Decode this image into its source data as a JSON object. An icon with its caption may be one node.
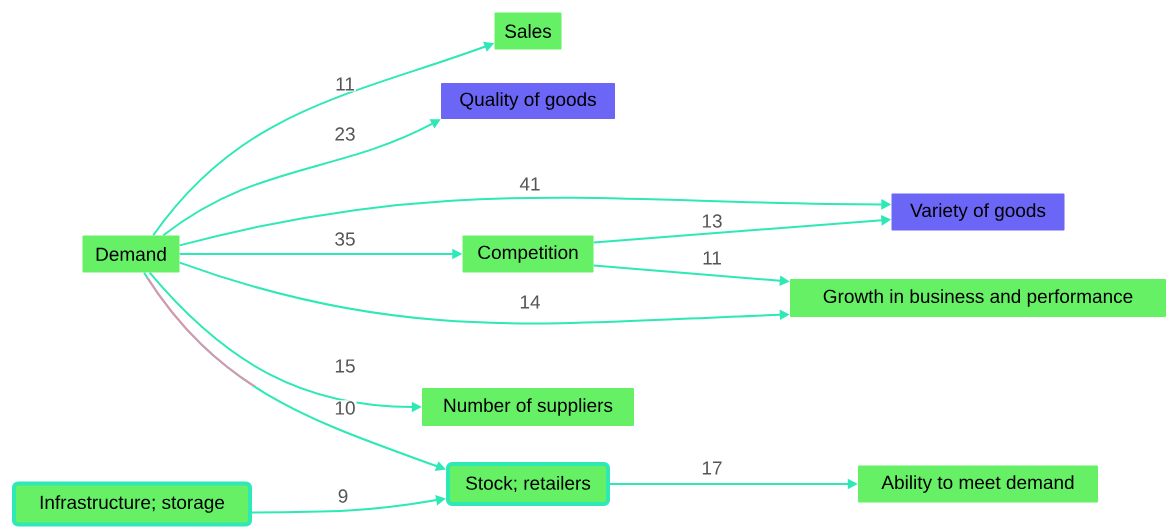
{
  "diagram": {
    "nodes": [
      {
        "text": [
          "Sales"
        ]
      },
      {
        "text": [
          "Quality of goods"
        ]
      },
      {
        "text": [
          "Variety of goods"
        ]
      },
      {
        "text": [
          "Demand"
        ]
      },
      {
        "text": [
          "Competition"
        ]
      },
      {
        "text": [
          "Growth in business and performance"
        ]
      },
      {
        "text": [
          "Number of suppliers"
        ]
      },
      {
        "text": [
          "Infrastructure; storage"
        ]
      },
      {
        "text": [
          "Stock; retailers"
        ]
      },
      {
        "text": [
          "Ability to meet demand"
        ]
      }
    ],
    "edges": [
      {
        "from": 3,
        "to": 0,
        "arrow": "to",
        "label": "11"
      },
      {
        "from": 3,
        "to": 1,
        "arrow": "to",
        "label": "23"
      },
      {
        "from": 3,
        "to": 2,
        "arrow": "to",
        "label": "41"
      },
      {
        "from": 3,
        "to": 4,
        "arrow": "to",
        "label": "35"
      },
      {
        "from": 3,
        "to": 5,
        "arrow": "to",
        "label": "14"
      },
      {
        "from": 3,
        "to": 6,
        "arrow": "to",
        "label": "15"
      },
      {
        "from": 3,
        "to": 8,
        "arrow": "to",
        "label": "10",
        "color": "#e98fb0"
      },
      {
        "from": 4,
        "to": 2,
        "arrow": "to",
        "label": "13"
      },
      {
        "from": 4,
        "to": 5,
        "arrow": "to",
        "label": "11"
      },
      {
        "from": 7,
        "to": 8,
        "arrow": "to",
        "label": "9"
      },
      {
        "from": 8,
        "to": 9,
        "arrow": "to",
        "label": "17"
      }
    ]
  }
}
